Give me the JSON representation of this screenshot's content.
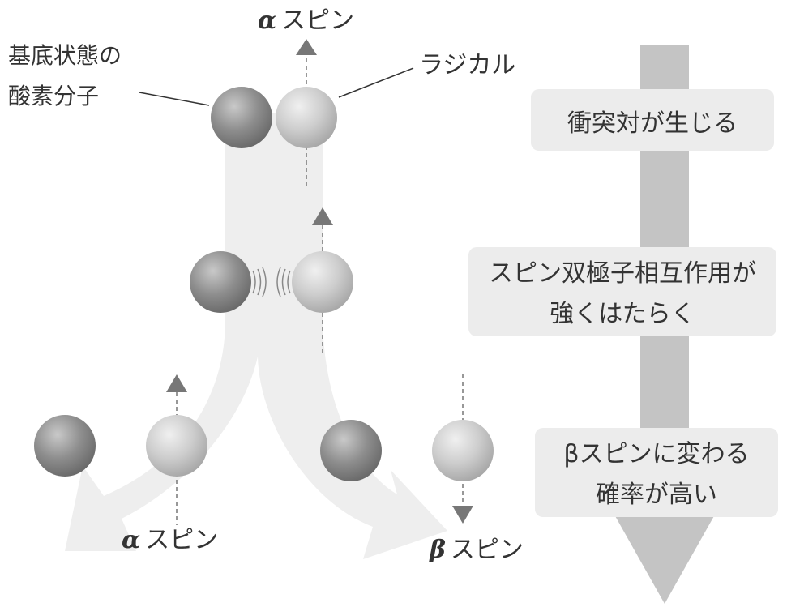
{
  "labels": {
    "alpha_symbol": "α",
    "beta_symbol": "β",
    "spin": "スピン",
    "ground_state_line1": "基底状態の",
    "ground_state_line2": "酸素分子",
    "radical": "ラジカル"
  },
  "steps": [
    {
      "lines": [
        "衝突対が生じる"
      ]
    },
    {
      "lines": [
        "スピン双極子相互作用が",
        "強くはたらく"
      ]
    },
    {
      "lines": [
        "βスピンに変わる",
        "確率が高い"
      ]
    }
  ],
  "colors": {
    "flow_arrow": "#eeeeee",
    "time_arrow": "#c4c4c4",
    "step_box": "#ececec",
    "oxygen_sphere": "#909090",
    "radical_sphere": "#c8c8c8",
    "spin_arrow": "#777777",
    "text": "#333333"
  }
}
